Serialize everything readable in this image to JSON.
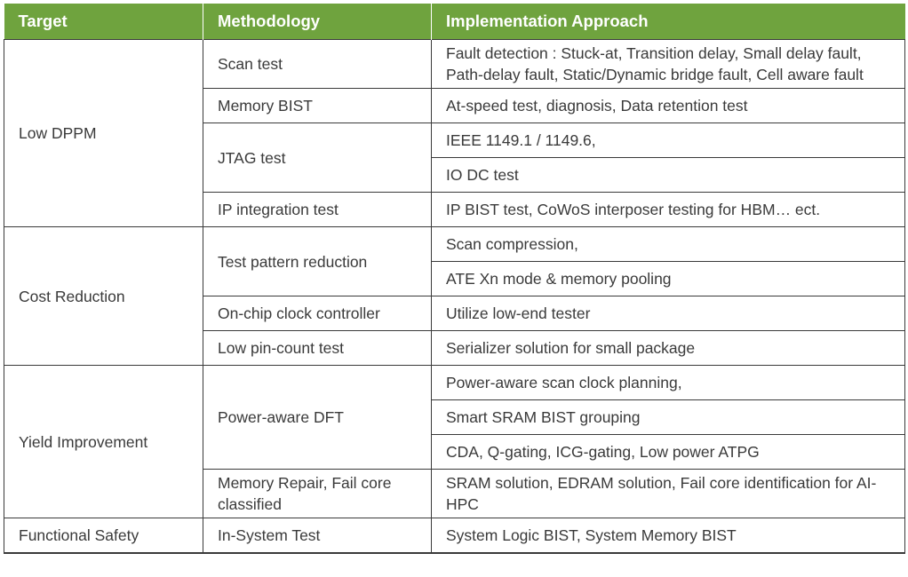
{
  "headers": [
    "Target",
    "Methodology",
    "Implementation Approach"
  ],
  "colors": {
    "header_bg": "#6fa33e",
    "header_text": "#ffffff",
    "text": "#3a3a3a"
  },
  "targets": [
    "Low DPPM",
    "Cost Reduction",
    "Yield Improvement",
    "Functional Safety"
  ],
  "methods": [
    "Scan test",
    "Memory BIST",
    "JTAG test",
    "IP integration test",
    "Test pattern reduction",
    "On-chip clock controller",
    "Low pin-count test",
    "Power-aware DFT",
    "Memory Repair, Fail core classified",
    "In-System Test"
  ],
  "impl": [
    "Fault detection : Stuck-at, Transition delay, Small delay fault, Path-delay fault, Static/Dynamic bridge fault, Cell aware fault",
    "At-speed test, diagnosis, Data retention test",
    "IEEE 1149.1 / 1149.6,",
    "IO DC test",
    "IP BIST test, CoWoS interposer testing for HBM… ect.",
    "Scan compression,",
    "ATE Xn mode & memory pooling",
    "Utilize low-end tester",
    "Serializer solution for small package",
    "Power-aware scan clock planning,",
    "Smart SRAM BIST grouping",
    "CDA, Q-gating, ICG-gating, Low power ATPG",
    "SRAM solution, EDRAM solution, Fail core identification for AI-HPC",
    "System Logic BIST, System Memory BIST"
  ]
}
